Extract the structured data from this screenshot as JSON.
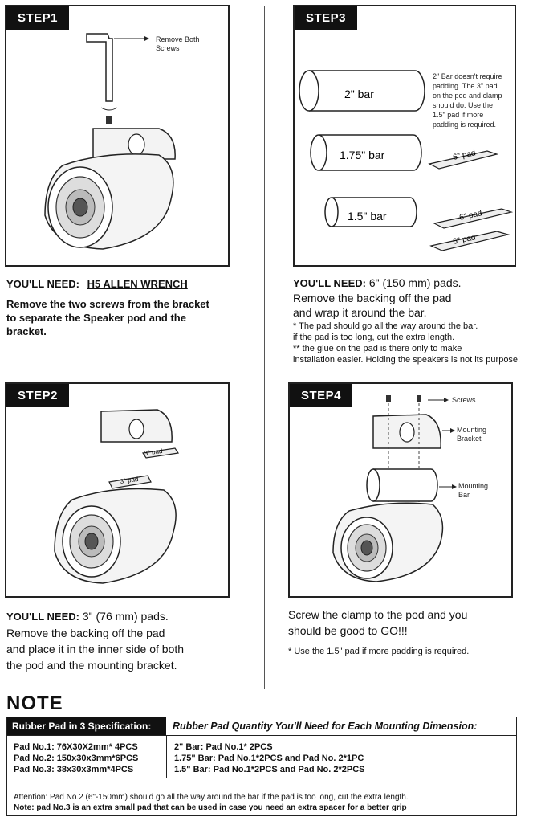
{
  "step1": {
    "tag": "STEP1",
    "label_remove": "Remove Both",
    "label_screws": "Screws",
    "need_label": "YOU'LL NEED:",
    "need_value": "H5 ALLEN WRENCH",
    "desc_line1": "Remove the two screws from the bracket",
    "desc_line2": "to separate the Speaker pod and the",
    "desc_line3": "bracket."
  },
  "step2": {
    "tag": "STEP2",
    "pad_top": "3\" pad",
    "pad_bottom": "3\" pad",
    "need_label": "YOU'LL NEED:",
    "need_value": "3\" (76 mm) pads.",
    "desc_line1": "Remove the backing off the pad",
    "desc_line2": "and place it in the inner side of both",
    "desc_line3": "the pod and the mounting bracket."
  },
  "step3": {
    "tag": "STEP3",
    "bar1": "2\" bar",
    "bar2": "1.75\" bar",
    "bar3": "1.5\" bar",
    "pad_a": "6\" pad",
    "pad_b": "6\" pad",
    "pad_c": "6\" pad",
    "note_l1": "2\" Bar doesn't require",
    "note_l2": "padding. The 3\" pad",
    "note_l3": "on the pod and clamp",
    "note_l4": "should do. Use the",
    "note_l5": "1.5\" pad if more",
    "note_l6": "padding is required.",
    "need_label": "YOU'LL NEED:",
    "need_value": "6\" (150 mm) pads.",
    "desc_line1": "Remove the backing off the pad",
    "desc_line2": "and wrap it around the bar.",
    "small1": "* The pad should go all the way around the bar.",
    "small2": "if the pad is too long, cut the extra length.",
    "small3": "** the glue on the pad is there only to make",
    "small4": "installation easier. Holding the speakers is not its purpose!"
  },
  "step4": {
    "tag": "STEP4",
    "label_screws": "Screws",
    "label_mounting1": "Mounting",
    "label_bracket": "Bracket",
    "label_mounting2": "Mounting",
    "label_bar": "Bar",
    "desc_line1": "Screw the clamp to the pod and you",
    "desc_line2": "should be good to GO!!!",
    "small1": "* Use the 1.5\" pad if more padding is required."
  },
  "note": {
    "title": "NOTE",
    "header_left": "Rubber Pad in 3 Specification:",
    "header_right": "Rubber Pad Quantity You'll Need for Each Mounting Dimension:",
    "left_rows": [
      "Pad No.1: 76X30X2mm* 4PCS",
      "Pad No.2: 150x30x3mm*6PCS",
      "Pad No.3: 38x30x3mm*4PCS"
    ],
    "right_rows": [
      "2\" Bar: Pad No.1* 2PCS",
      "1.75\" Bar: Pad No.1*2PCS and Pad No. 2*1PC",
      "1.5\" Bar: Pad No.1*2PCS and Pad No. 2*2PCS"
    ],
    "attention": "Attention: Pad No.2 (6\"-150mm) should go all the way around the bar if the pad is too long, cut the extra length.",
    "note_line": "Note: pad No.3 is an extra small pad that can be used in case you need an extra spacer for a better grip"
  }
}
